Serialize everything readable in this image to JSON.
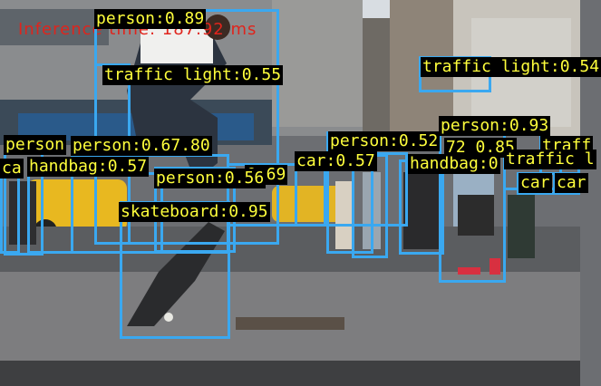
{
  "overlay": {
    "inference_text": "Inference time: 187.92 ms",
    "box_color": "#3aa8f0",
    "label_text_color": "#ffff3c",
    "label_bg_color": "#000000",
    "inference_color": "#e0241c"
  },
  "detections": [
    {
      "label": "person:0.89"
    },
    {
      "label": "traffic light:0.55"
    },
    {
      "label": "traffic light:0.54"
    },
    {
      "label": "person:0.93"
    },
    {
      "label": "person"
    },
    {
      "label": "person:0.67.80"
    },
    {
      "label": "ca"
    },
    {
      "label": "handbag:0.57"
    },
    {
      "label": "person:0.52"
    },
    {
      "label": "72 0.85"
    },
    {
      "label": "car:0.57"
    },
    {
      "label": "handbag:0"
    },
    {
      "label": "traffic l"
    },
    {
      "label": "traff"
    },
    {
      "label": "person:0.56"
    },
    {
      "label": "0.69"
    },
    {
      "label": "car"
    },
    {
      "label": "car"
    },
    {
      "label": "skateboard:0.95"
    }
  ]
}
